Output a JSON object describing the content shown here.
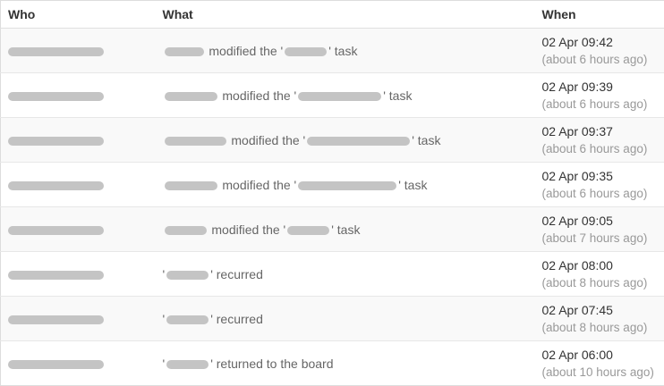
{
  "table": {
    "columns": [
      {
        "label": "Who"
      },
      {
        "label": "What"
      },
      {
        "label": "When"
      }
    ],
    "rows": [
      {
        "who_bar_width": 107,
        "what_segments": [
          {
            "bar": 44
          },
          {
            "text": " modified the '"
          },
          {
            "bar": 47
          },
          {
            "text": "' task"
          }
        ],
        "when": {
          "timestamp": "02 Apr 09:42",
          "relative": "(about 6 hours ago)"
        }
      },
      {
        "who_bar_width": 107,
        "what_segments": [
          {
            "bar": 59
          },
          {
            "text": " modified the '"
          },
          {
            "bar": 93
          },
          {
            "text": "' task"
          }
        ],
        "when": {
          "timestamp": "02 Apr 09:39",
          "relative": "(about 6 hours ago)"
        }
      },
      {
        "who_bar_width": 107,
        "what_segments": [
          {
            "bar": 69
          },
          {
            "text": " modified the '"
          },
          {
            "bar": 115
          },
          {
            "text": "' task"
          }
        ],
        "when": {
          "timestamp": "02 Apr 09:37",
          "relative": "(about 6 hours ago)"
        }
      },
      {
        "who_bar_width": 107,
        "what_segments": [
          {
            "bar": 59
          },
          {
            "text": " modified the '"
          },
          {
            "bar": 110
          },
          {
            "text": "' task"
          }
        ],
        "when": {
          "timestamp": "02 Apr 09:35",
          "relative": "(about 6 hours ago)"
        }
      },
      {
        "who_bar_width": 107,
        "what_segments": [
          {
            "bar": 47
          },
          {
            "text": " modified the '"
          },
          {
            "bar": 47
          },
          {
            "text": "' task"
          }
        ],
        "when": {
          "timestamp": "02 Apr 09:05",
          "relative": "(about 7 hours ago)"
        }
      },
      {
        "who_bar_width": 107,
        "what_segments": [
          {
            "text": "'"
          },
          {
            "bar": 47
          },
          {
            "text": "' recurred"
          }
        ],
        "when": {
          "timestamp": "02 Apr 08:00",
          "relative": "(about 8 hours ago)"
        }
      },
      {
        "who_bar_width": 107,
        "what_segments": [
          {
            "text": "'"
          },
          {
            "bar": 47
          },
          {
            "text": "' recurred"
          }
        ],
        "when": {
          "timestamp": "02 Apr 07:45",
          "relative": "(about 8 hours ago)"
        }
      },
      {
        "who_bar_width": 107,
        "what_segments": [
          {
            "text": "'"
          },
          {
            "bar": 47
          },
          {
            "text": "' returned to the board"
          }
        ],
        "when": {
          "timestamp": "02 Apr 06:00",
          "relative": "(about 10 hours ago)"
        }
      }
    ]
  },
  "colors": {
    "stripe_row_bg": "#f9f9f9",
    "row_border": "#e7e7e7",
    "outer_border": "#dddddd",
    "redacted_bar": "#c4c4c4",
    "header_text": "#333333",
    "body_text": "#666666",
    "timestamp_text": "#333333",
    "relative_text": "#999999"
  }
}
